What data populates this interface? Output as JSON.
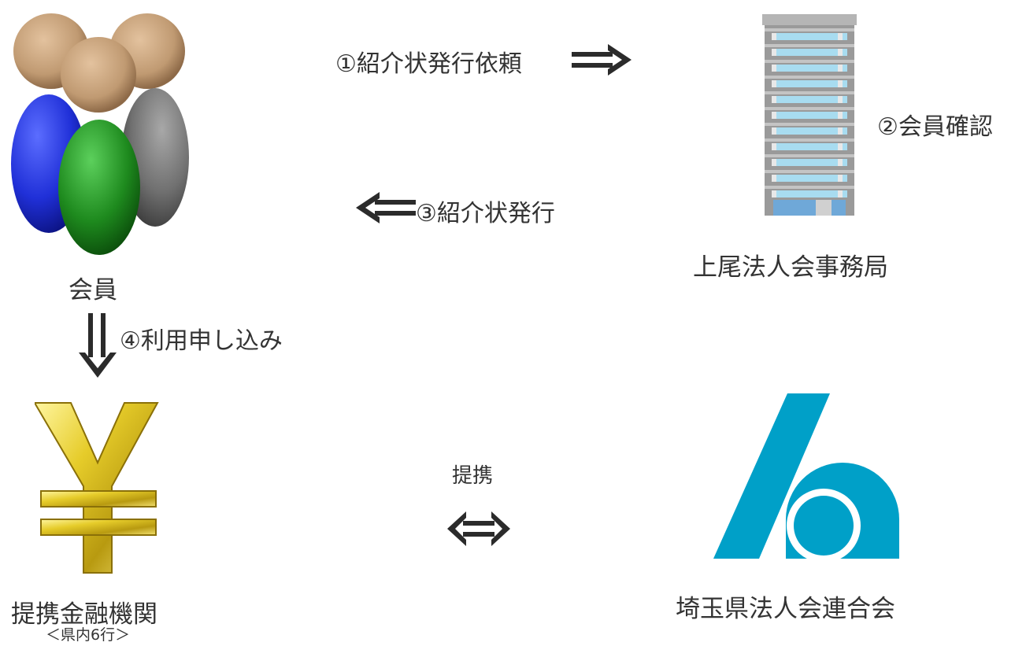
{
  "nodes": {
    "members": {
      "label": "会員",
      "icon": "members-group-icon"
    },
    "office": {
      "label": "上尾法人会事務局",
      "icon": "office-building-icon"
    },
    "bank": {
      "label": "提携金融機関",
      "sublabel": "＜県内6行＞",
      "icon": "yen-icon"
    },
    "federation": {
      "label": "埼玉県法人会連合会",
      "icon": "federation-logo-icon"
    }
  },
  "steps": {
    "step1": "①紹介状発行依頼",
    "step2": "②会員確認",
    "step3": "③紹介状発行",
    "step4": "④利用申し込み",
    "partnership": "提携"
  },
  "colors": {
    "logo_blue": "#00a0c8",
    "member_blue": "#1f2fcf",
    "member_green": "#1e8a1e",
    "member_gray": "#6e6e6e",
    "member_head": "#c09a72",
    "yen_gold": "#d8c020",
    "building_window": "#a8dcf0",
    "building_frame": "#9a9a9a"
  }
}
